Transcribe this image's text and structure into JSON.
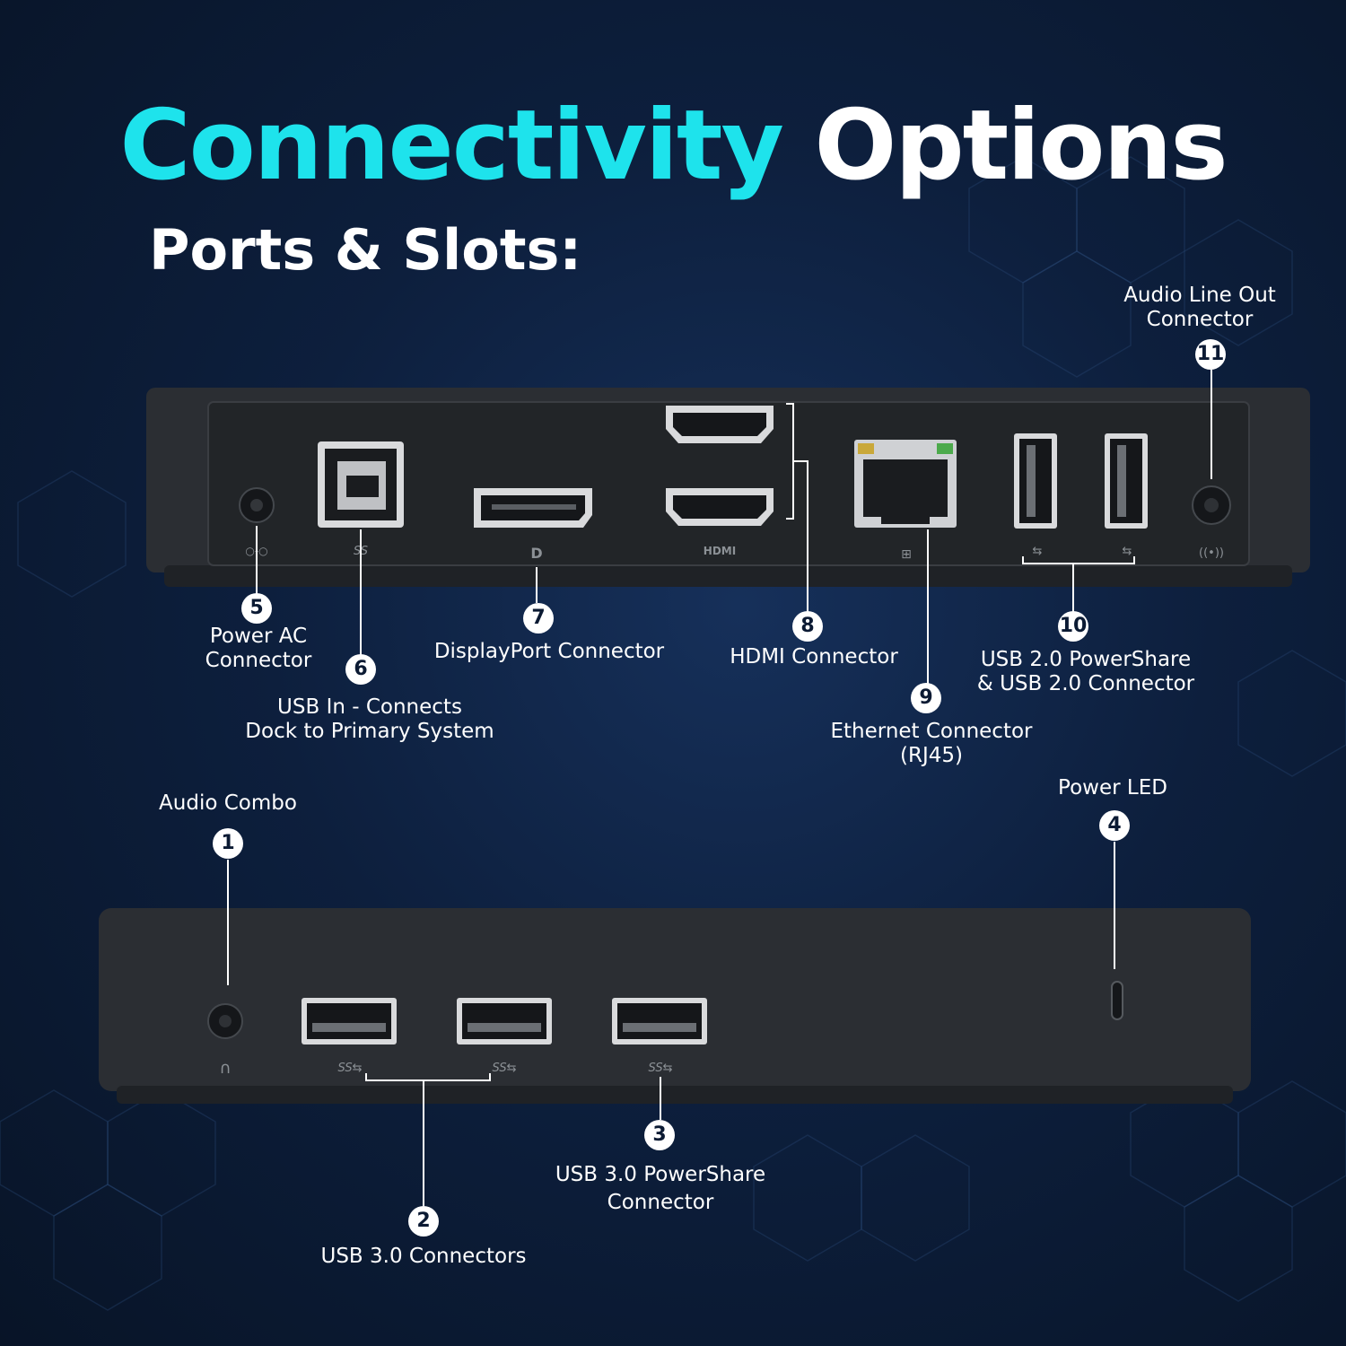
{
  "title": {
    "part1": "Connectivity",
    "part2": "Options"
  },
  "subtitle": "Ports & Slots:",
  "rear_callouts": [
    {
      "number": "5",
      "label": "Power AC\nConnector"
    },
    {
      "number": "6",
      "label": "USB In - Connects\nDock to Primary System"
    },
    {
      "number": "7",
      "label": "DisplayPort Connector"
    },
    {
      "number": "8",
      "label": "HDMI Connector"
    },
    {
      "number": "9",
      "label": "Ethernet Connector\n(RJ45)"
    },
    {
      "number": "10",
      "label": "USB 2.0 PowerShare\n& USB 2.0 Connector"
    },
    {
      "number": "11",
      "label": "Audio Line Out\nConnector"
    }
  ],
  "front_callouts": [
    {
      "number": "1",
      "label": "Audio Combo"
    },
    {
      "number": "2",
      "label": "USB 3.0 Connectors"
    },
    {
      "number": "3",
      "label": "USB 3.0 PowerShare\nConnector"
    },
    {
      "number": "4",
      "label": "Power LED"
    }
  ],
  "port_marks": {
    "hdmi": "HDMI",
    "usb_ss": "SS"
  },
  "colors": {
    "accent": "#1ee3ec",
    "background": "#0d1f3d",
    "device": "#2b2e33",
    "panel": "#232629"
  }
}
